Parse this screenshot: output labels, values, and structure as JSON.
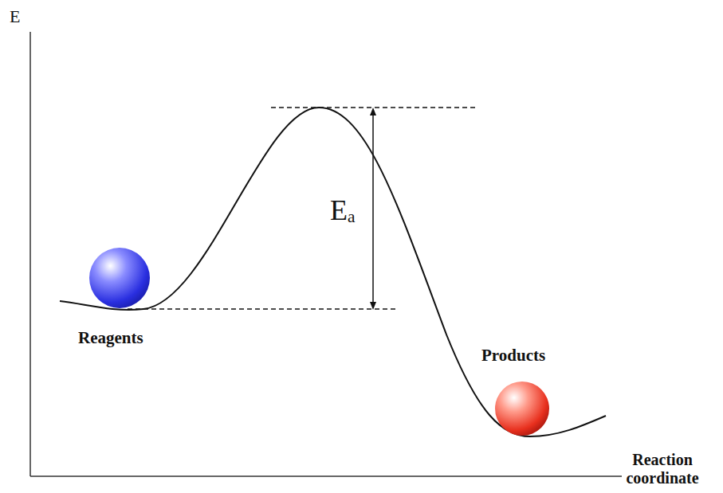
{
  "diagram": {
    "labels": [
      "E",
      "Eₐ",
      "Reagents",
      "Products",
      "Reaction coordinate"
    ]
  }
}
